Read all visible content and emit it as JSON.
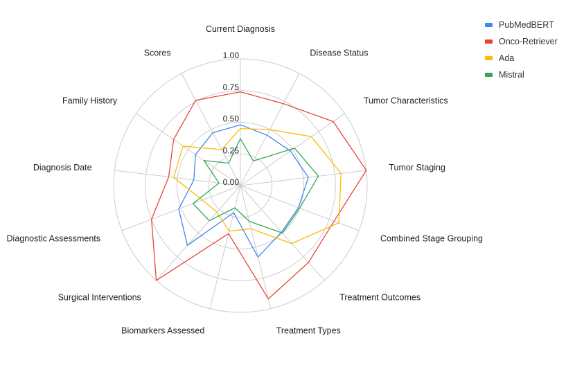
{
  "chart_data": {
    "type": "radar",
    "axes": [
      "Current Diagnosis",
      "Disease Status",
      "Tumor Characteristics",
      "Tumor Staging",
      "Combined Stage Grouping",
      "Treatment Outcomes",
      "Treatment Types",
      "Biomarkers Assessed",
      "Surgical Interventions",
      "Diagnostic Assessments",
      "Diagnosis Date",
      "Family History",
      "Scores"
    ],
    "ticks": [
      "0.00",
      "0.25",
      "0.50",
      "0.75",
      "1.00"
    ],
    "range": [
      0,
      1
    ],
    "grid": true,
    "legend_position": "top-right",
    "series": [
      {
        "name": "PubMedBERT",
        "color": "#4285F4",
        "values": [
          0.48,
          0.45,
          0.48,
          0.54,
          0.49,
          0.49,
          0.58,
          0.22,
          0.63,
          0.52,
          0.37,
          0.43,
          0.47
        ]
      },
      {
        "name": "Onco-Retriever",
        "color": "#EA4335",
        "values": [
          0.74,
          0.73,
          0.89,
          1.0,
          0.79,
          0.81,
          0.92,
          0.39,
          1.0,
          0.75,
          0.57,
          0.64,
          0.76
        ]
      },
      {
        "name": "Ada",
        "color": "#FBBC05",
        "values": [
          0.45,
          0.5,
          0.68,
          0.8,
          0.83,
          0.61,
          0.35,
          0.37,
          0.28,
          0.32,
          0.53,
          0.55,
          0.32
        ]
      },
      {
        "name": "Mistral",
        "color": "#34A853",
        "values": [
          0.37,
          0.22,
          0.52,
          0.62,
          0.5,
          0.5,
          0.29,
          0.18,
          0.37,
          0.4,
          0.17,
          0.35,
          0.2
        ]
      }
    ]
  }
}
